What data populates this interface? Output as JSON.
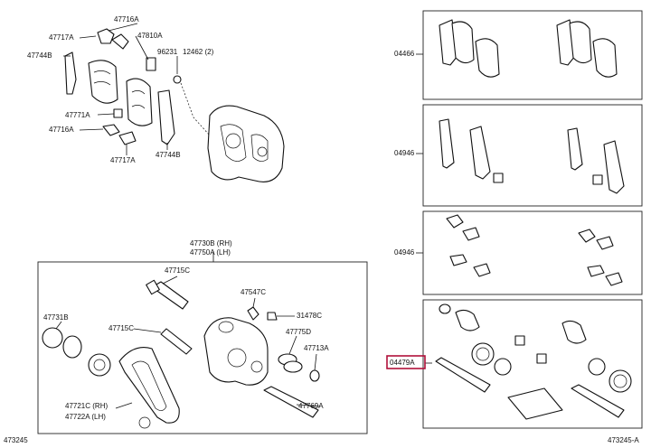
{
  "labels": {
    "l47716a_top": "47716A",
    "l47717a_top": "47717A",
    "l47810a": "47810A",
    "l47744b_top": "47744B",
    "l96231": "96231",
    "l12462": "12462 (2)",
    "l47771a": "47771A",
    "l47716a_mid": "47716A",
    "l47717a_bot": "47717A",
    "l47744b_bot": "47744B",
    "l47730b": "47730B (RH)",
    "l47750a": "47750A (LH)",
    "l47715c_a": "47715C",
    "l47547c": "47547C",
    "l31478c": "31478C",
    "l47731b": "47731B",
    "l47715c_b": "47715C",
    "l47775d": "47775D",
    "l47713a": "47713A",
    "l47769a": "47769A",
    "l47721c": "47721C (RH)",
    "l47722a": "47722A (LH)",
    "l04466": "04466",
    "l04946_1": "04946",
    "l04946_2": "04946",
    "l04479a": "04479A",
    "fig_left": "473245",
    "fig_right": "473245-A"
  },
  "highlight_color": "#b0103a"
}
